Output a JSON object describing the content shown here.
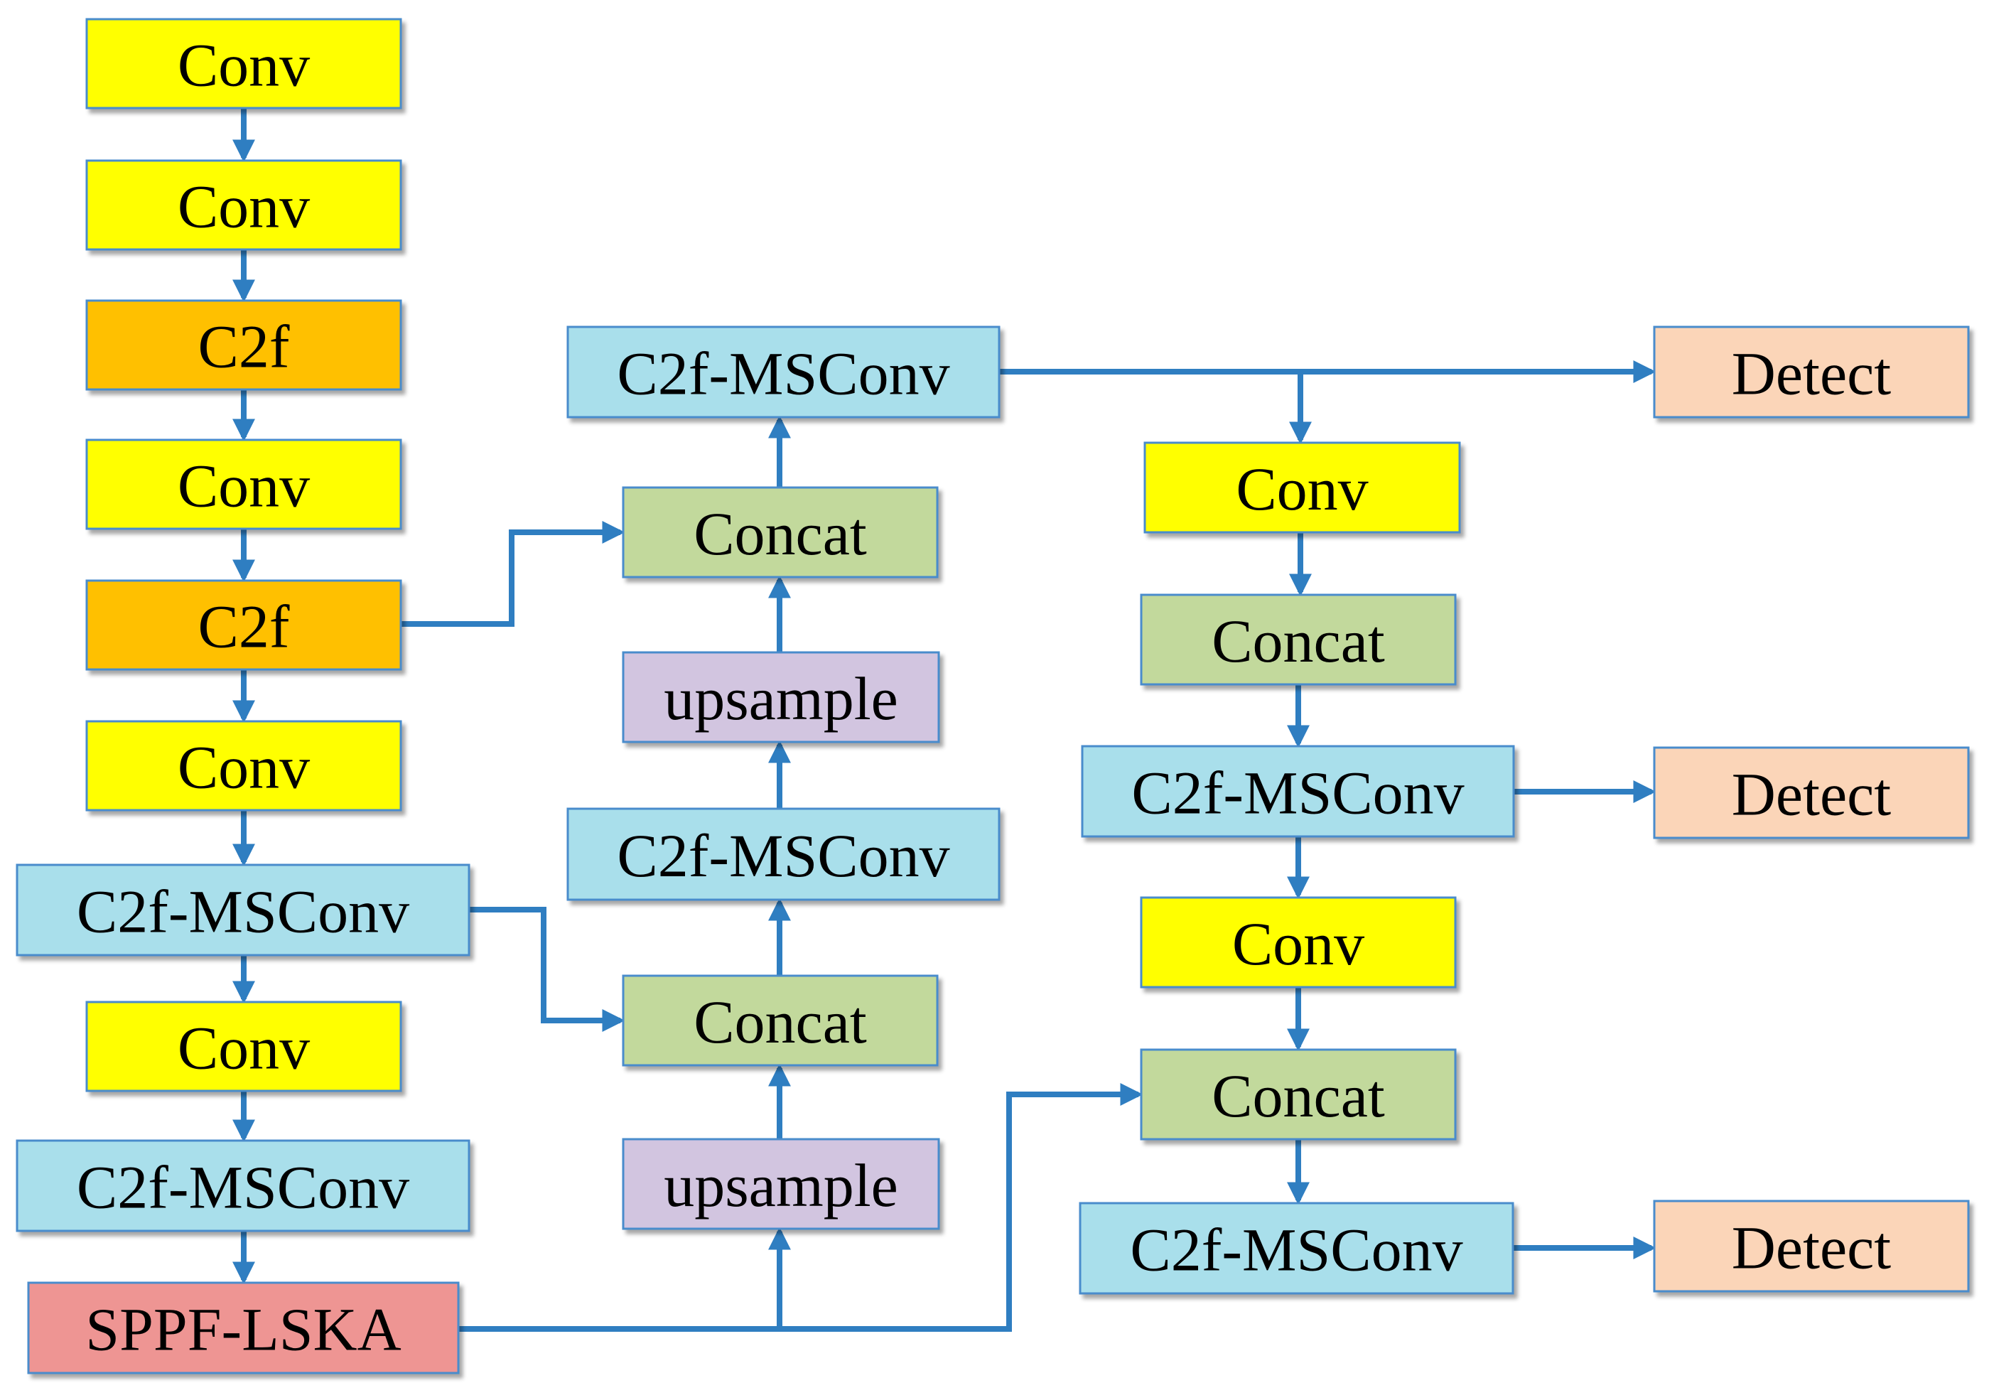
{
  "colors": {
    "conv": "#ffff00",
    "c2f": "#ffc000",
    "c2f_msconv": "#a9dfeb",
    "concat": "#c2d99c",
    "upsample": "#d2c5e0",
    "sppf_lska": "#ee9593",
    "detect": "#fbd5b8",
    "border": "#4a8ccc",
    "arrow": "#2f7ec1"
  },
  "nodes": [
    {
      "id": "b1",
      "label": "Conv",
      "kind": "conv"
    },
    {
      "id": "b2",
      "label": "Conv",
      "kind": "conv"
    },
    {
      "id": "b3",
      "label": "C2f",
      "kind": "c2f"
    },
    {
      "id": "b4",
      "label": "Conv",
      "kind": "conv"
    },
    {
      "id": "b5",
      "label": "C2f",
      "kind": "c2f"
    },
    {
      "id": "b6",
      "label": "Conv",
      "kind": "conv"
    },
    {
      "id": "b7",
      "label": "C2f-MSConv",
      "kind": "c2f_msconv"
    },
    {
      "id": "b8",
      "label": "Conv",
      "kind": "conv"
    },
    {
      "id": "b9",
      "label": "C2f-MSConv",
      "kind": "c2f_msconv"
    },
    {
      "id": "b10",
      "label": "SPPF-LSKA",
      "kind": "sppf_lska"
    },
    {
      "id": "m1",
      "label": "C2f-MSConv",
      "kind": "c2f_msconv"
    },
    {
      "id": "m2",
      "label": "Concat",
      "kind": "concat"
    },
    {
      "id": "m3",
      "label": "upsample",
      "kind": "upsample"
    },
    {
      "id": "m4",
      "label": "C2f-MSConv",
      "kind": "c2f_msconv"
    },
    {
      "id": "m5",
      "label": "Concat",
      "kind": "concat"
    },
    {
      "id": "m6",
      "label": "upsample",
      "kind": "upsample"
    },
    {
      "id": "r1",
      "label": "Conv",
      "kind": "conv"
    },
    {
      "id": "r2",
      "label": "Concat",
      "kind": "concat"
    },
    {
      "id": "r3",
      "label": "C2f-MSConv",
      "kind": "c2f_msconv"
    },
    {
      "id": "r4",
      "label": "Conv",
      "kind": "conv"
    },
    {
      "id": "r5",
      "label": "Concat",
      "kind": "concat"
    },
    {
      "id": "r6",
      "label": "C2f-MSConv",
      "kind": "c2f_msconv"
    },
    {
      "id": "d1",
      "label": "Detect",
      "kind": "detect"
    },
    {
      "id": "d2",
      "label": "Detect",
      "kind": "detect"
    },
    {
      "id": "d3",
      "label": "Detect",
      "kind": "detect"
    }
  ],
  "edges": [
    {
      "from": "b1",
      "to": "b2"
    },
    {
      "from": "b2",
      "to": "b3"
    },
    {
      "from": "b3",
      "to": "b4"
    },
    {
      "from": "b4",
      "to": "b5"
    },
    {
      "from": "b5",
      "to": "b6"
    },
    {
      "from": "b6",
      "to": "b7"
    },
    {
      "from": "b7",
      "to": "b8"
    },
    {
      "from": "b8",
      "to": "b9"
    },
    {
      "from": "b9",
      "to": "b10"
    },
    {
      "from": "b5",
      "to": "m2"
    },
    {
      "from": "b7",
      "to": "m5"
    },
    {
      "from": "b10",
      "to": "m6"
    },
    {
      "from": "b10",
      "to": "r5"
    },
    {
      "from": "m6",
      "to": "m5"
    },
    {
      "from": "m5",
      "to": "m4"
    },
    {
      "from": "m4",
      "to": "m3"
    },
    {
      "from": "m3",
      "to": "m2"
    },
    {
      "from": "m2",
      "to": "m1"
    },
    {
      "from": "m1",
      "to": "d1"
    },
    {
      "from": "m1",
      "to": "r1"
    },
    {
      "from": "r1",
      "to": "r2"
    },
    {
      "from": "r2",
      "to": "r3"
    },
    {
      "from": "r3",
      "to": "d2"
    },
    {
      "from": "r3",
      "to": "r4"
    },
    {
      "from": "r4",
      "to": "r5"
    },
    {
      "from": "r5",
      "to": "r6"
    },
    {
      "from": "r6",
      "to": "d3"
    }
  ]
}
